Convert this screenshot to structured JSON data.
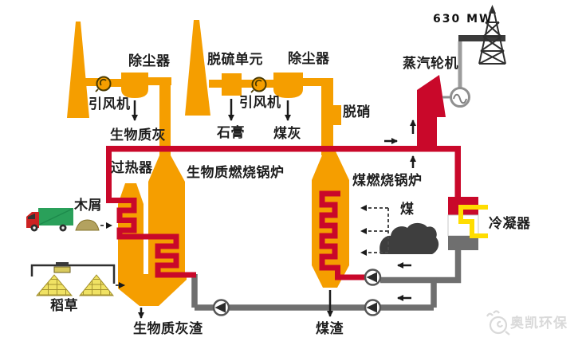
{
  "diagram": {
    "type": "power-plant-process-flow",
    "power_output": "630 MW",
    "watermark": "奥凯环保",
    "labels": {
      "deduster_left": "除尘器",
      "fan_left": "引风机",
      "biomass_ash": "生物质灰",
      "desulfurization_unit": "脱硫单元",
      "fan_right": "引风机",
      "deduster_right": "除尘器",
      "gypsum": "石膏",
      "coal_ash": "煤灰",
      "denitration": "脱硝",
      "steam_turbine": "蒸汽轮机",
      "superheater": "过热器",
      "biomass_boiler": "生物质燃烧锅炉",
      "coal_boiler": "煤燃烧锅炉",
      "wood_chips": "木屑",
      "coal": "煤",
      "condenser": "冷凝器",
      "straw": "稻草",
      "biomass_slag": "生物质灰渣",
      "coal_slag": "煤渣"
    },
    "colors": {
      "duct_orange": "#F59E00",
      "steam_red": "#C9082A",
      "pipe_gray": "#6F6F6F",
      "cooling_yellow": "#FFDD00",
      "coal_dark": "#3E3E3E",
      "truck_green": "#2AA05A",
      "truck_cab_red": "#CC2222",
      "straw_yellow": "#F0E264",
      "watermark_gray": "#D9D9D9"
    }
  }
}
